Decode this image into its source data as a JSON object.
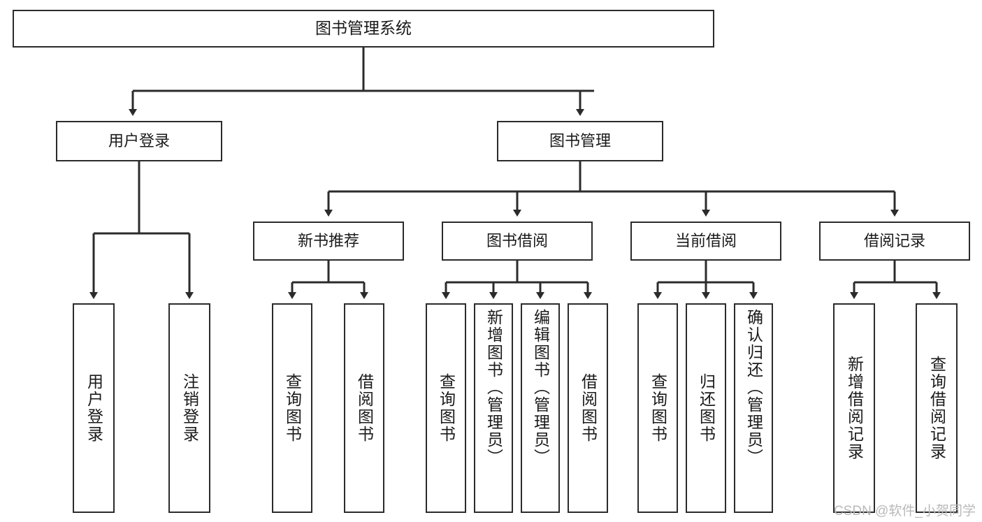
{
  "diagram": {
    "type": "tree-hierarchy-chart",
    "title": "图书管理系统",
    "line_color": "#2b2b2b",
    "box_fill": "#ffffff",
    "text_color": "#1a1a1a",
    "nodes": {
      "root": {
        "label": "图书管理系统"
      },
      "level2": [
        {
          "id": "user-login",
          "label": "用户登录"
        },
        {
          "id": "book-manage",
          "label": "图书管理"
        }
      ],
      "level3": [
        {
          "id": "new-book-recommend",
          "label": "新书推荐"
        },
        {
          "id": "book-borrow",
          "label": "图书借阅"
        },
        {
          "id": "current-borrow",
          "label": "当前借阅"
        },
        {
          "id": "borrow-record",
          "label": "借阅记录"
        }
      ],
      "leaves": [
        {
          "id": "leaf-user-login",
          "label": "用户登录",
          "parent": "user-login"
        },
        {
          "id": "leaf-logout-login",
          "label": "注销登录",
          "parent": "user-login"
        },
        {
          "id": "leaf-query-book-1",
          "label": "查询图书",
          "parent": "new-book-recommend"
        },
        {
          "id": "leaf-borrow-book-1",
          "label": "借阅图书",
          "parent": "new-book-recommend"
        },
        {
          "id": "leaf-query-book-2",
          "label": "查询图书",
          "parent": "book-borrow"
        },
        {
          "id": "leaf-add-book",
          "label": "新增图书（管理员）",
          "parent": "book-borrow"
        },
        {
          "id": "leaf-edit-book",
          "label": "编辑图书（管理员）",
          "parent": "book-borrow"
        },
        {
          "id": "leaf-borrow-book-2",
          "label": "借阅图书",
          "parent": "book-borrow"
        },
        {
          "id": "leaf-query-book-3",
          "label": "查询图书",
          "parent": "current-borrow"
        },
        {
          "id": "leaf-return-book",
          "label": "归还图书",
          "parent": "current-borrow"
        },
        {
          "id": "leaf-confirm-return",
          "label": "确认归还（管理员）",
          "parent": "current-borrow"
        },
        {
          "id": "leaf-add-record",
          "label": "新增借阅记录",
          "parent": "borrow-record"
        },
        {
          "id": "leaf-query-record",
          "label": "查询借阅记录",
          "parent": "borrow-record"
        }
      ]
    }
  },
  "watermark": {
    "text": "CSDN @软件_小贺同学"
  }
}
